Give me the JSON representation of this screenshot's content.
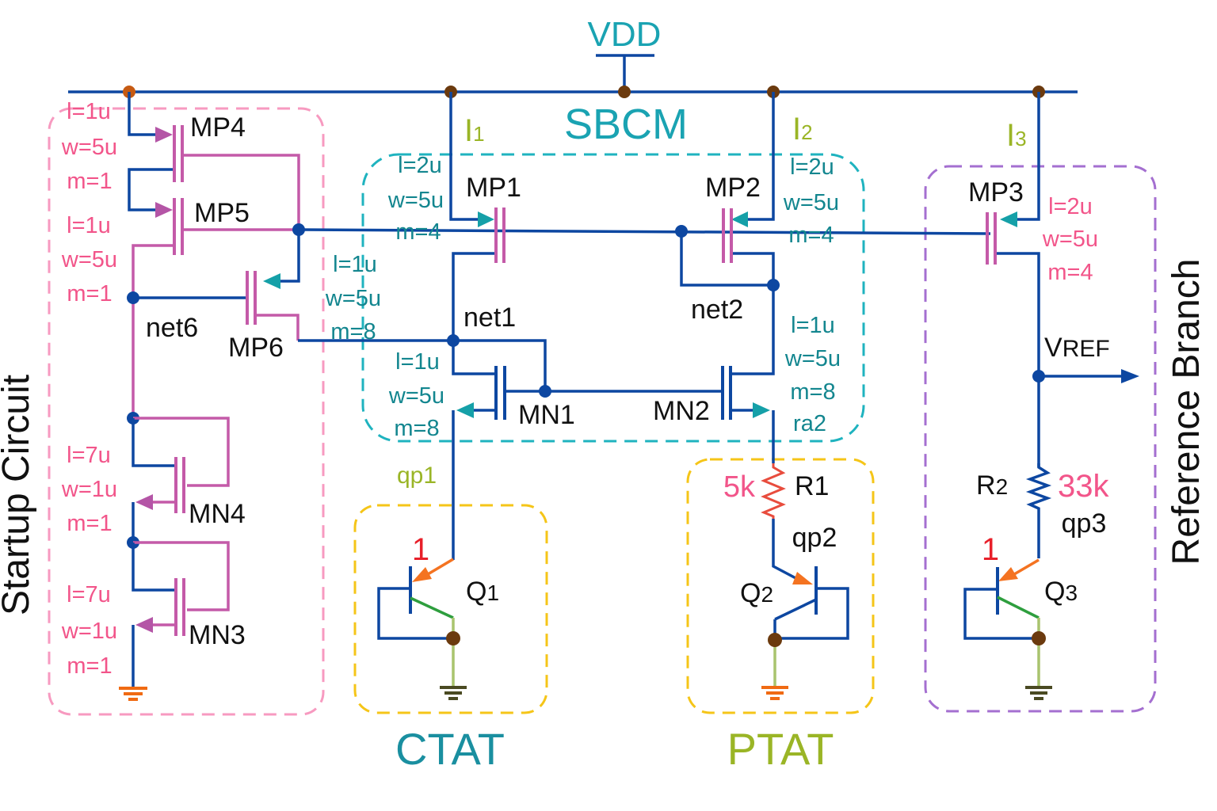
{
  "supply": {
    "label": "VDD"
  },
  "blocks": {
    "sbcm": "SBCM",
    "startup": "Startup Circuit",
    "reference": "Reference Branch",
    "ctat": "CTAT",
    "ptat": "PTAT"
  },
  "currents": {
    "i1": "I",
    "i1_sub": "1",
    "i2": "I",
    "i2_sub": "2",
    "i3": "I",
    "i3_sub": "3"
  },
  "startup": {
    "mp4": {
      "name": "MP4",
      "l": "l=1u",
      "w": "w=5u",
      "m": "m=1"
    },
    "mp5": {
      "name": "MP5",
      "l": "l=1u",
      "w": "w=5u",
      "m": "m=1"
    },
    "mp6": {
      "name": "MP6",
      "l": "l=1u",
      "w": "w=5u",
      "m": "m=8"
    },
    "mn4": {
      "name": "MN4",
      "l": "l=7u",
      "w": "w=1u",
      "m": "m=1"
    },
    "mn3": {
      "name": "MN3",
      "l": "l=7u",
      "w": "w=1u",
      "m": "m=1"
    },
    "net": "net6"
  },
  "sbcm": {
    "mp1": {
      "name": "MP1",
      "l": "l=2u",
      "w": "w=5u",
      "m": "m=4"
    },
    "mp2": {
      "name": "MP2",
      "l": "l=2u",
      "w": "w=5u",
      "m": "m=4"
    },
    "mn1": {
      "name": "MN1",
      "l": "l=1u",
      "w": "w=5u",
      "m": "m=8"
    },
    "mn2": {
      "name": "MN2",
      "l": "l=1u",
      "w": "w=5u",
      "m": "m=8",
      "extra": "ra2"
    },
    "net1": "net1",
    "net2": "net2"
  },
  "ctat": {
    "node": "qp1",
    "q": "Q",
    "q_sub": "1",
    "ratio": "1"
  },
  "ptat": {
    "r_name": "R1",
    "r_value": "5k",
    "node": "qp2",
    "q": "Q",
    "q_sub": "2"
  },
  "reference": {
    "mp3": {
      "name": "MP3",
      "l": "l=2u",
      "w": "w=5u",
      "m": "m=4"
    },
    "vref": "V",
    "vref_sub": "REF",
    "r_name": "R",
    "r_sub": "2",
    "r_value": "33k",
    "node": "qp3",
    "q": "Q",
    "q_sub": "3",
    "ratio": "1"
  },
  "colors": {
    "wire": "#0d47a1",
    "device": "#c45aa8",
    "arrow_teal": "#15a0a8",
    "arrow_orange": "#f47321",
    "junction_brown": "#6b3a0e",
    "junction_blue": "#0d47a1",
    "box_startup": "#f79ac0",
    "box_sbcm": "#1fb3bf",
    "box_bjt": "#f5c518",
    "box_reference": "#a46fd0"
  }
}
